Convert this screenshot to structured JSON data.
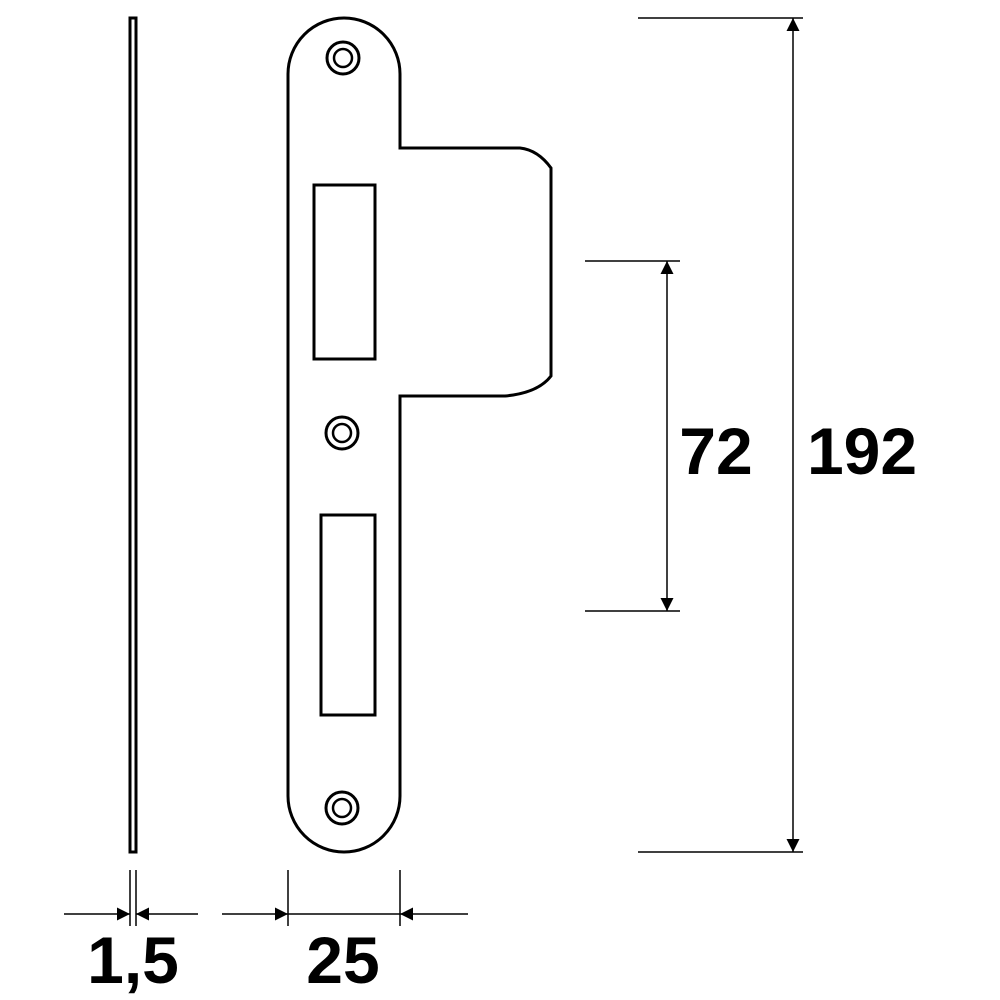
{
  "dimensions": {
    "height_total": "192",
    "distance_between_openings": "72",
    "plate_width": "25",
    "plate_thickness": "1,5"
  },
  "colors": {
    "ink": "#000000",
    "background": "#ffffff"
  }
}
